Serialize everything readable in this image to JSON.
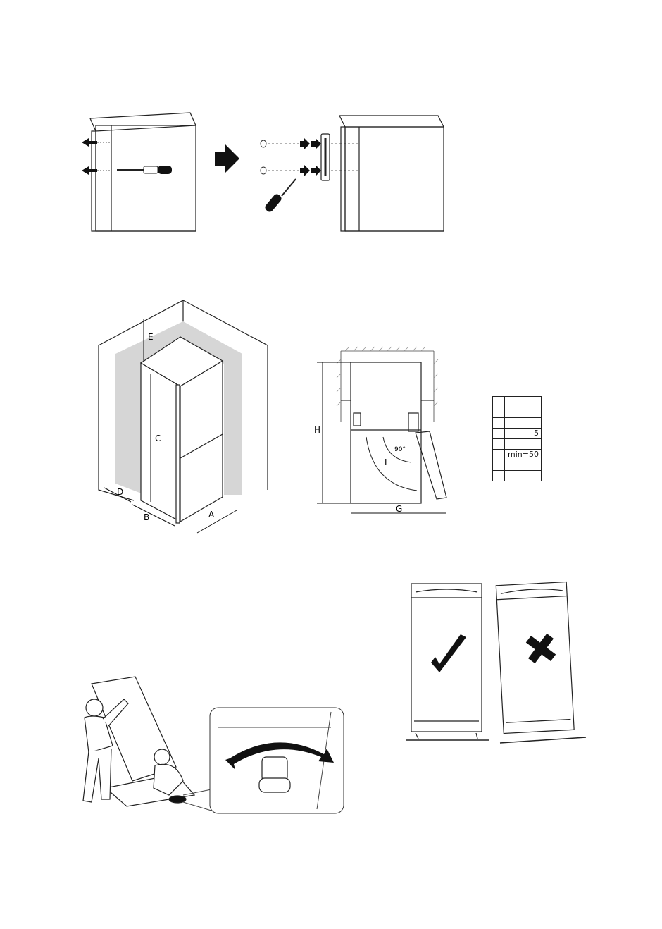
{
  "clearance_labels": {
    "a": "A",
    "b": "B",
    "c": "C",
    "d": "D",
    "e": "E",
    "g": "G",
    "h": "H",
    "i": "I",
    "angle": "90°"
  },
  "spec_table": {
    "rows": [
      {
        "value": ""
      },
      {
        "value": ""
      },
      {
        "value": ""
      },
      {
        "value": "5"
      },
      {
        "value": ""
      },
      {
        "value": "min=50"
      },
      {
        "value": ""
      },
      {
        "value": ""
      }
    ]
  },
  "icons": {
    "correct": "checkmark-icon",
    "wrong": "cross-icon"
  }
}
